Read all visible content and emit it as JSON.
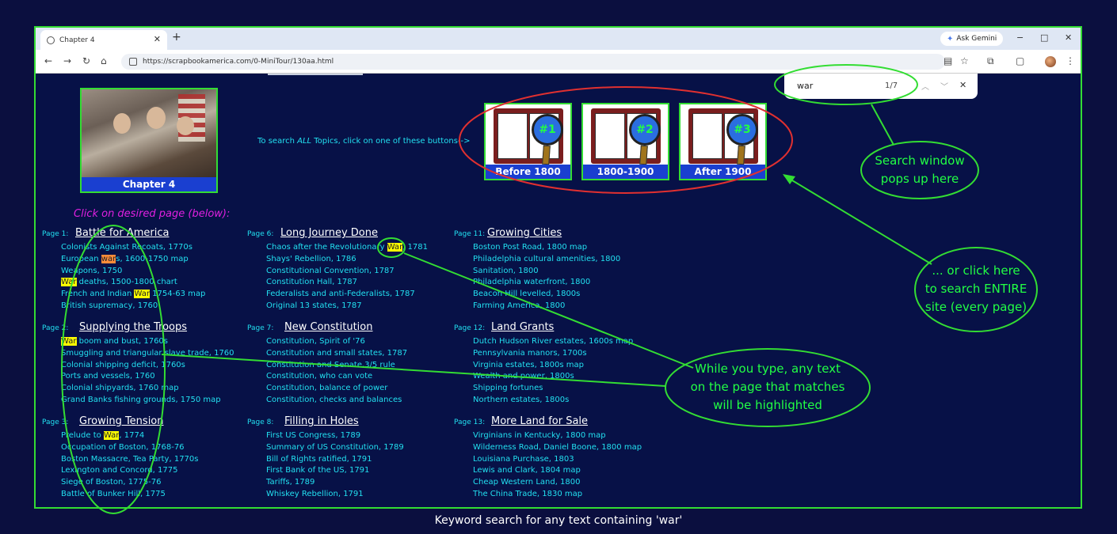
{
  "browser": {
    "tab_title": "Chapter 4",
    "new_tab": "+",
    "ask_gemini": "Ask Gemini",
    "url": "https://scrapbookamerica.com/0-MiniTour/130aa.html",
    "window_controls": [
      "−",
      "□",
      "✕"
    ]
  },
  "find": {
    "query": "war",
    "count": "1/7"
  },
  "chapter_image_label": "Chapter 4",
  "search_all": {
    "prefix": "To search ",
    "emph": "ALL",
    "suffix": " Topics, click on one of these buttons-->"
  },
  "era_buttons": [
    {
      "num": "#1",
      "label": "Before 1800"
    },
    {
      "num": "#2",
      "label": "1800-1900"
    },
    {
      "num": "#3",
      "label": "After 1900"
    }
  ],
  "click_desired": "Click on desired page (below):",
  "pages": [
    {
      "num": "Page 1:",
      "title": "Battle for America",
      "items": [
        [
          "Colonists Against Recoats, 1770s"
        ],
        [
          "European ",
          "*war",
          "s, 1600-1750 map"
        ],
        [
          "Weapons, 1750"
        ],
        [
          "+War",
          " deaths, 1500-1800 chart"
        ],
        [
          "French and Indian ",
          "+War",
          " 1754-63 map"
        ],
        [
          "British supremacy, 1760"
        ]
      ]
    },
    {
      "num": "Page 2:",
      "title": "Supplying the Troops",
      "items": [
        [
          "+War",
          " boom and bust, 1760s"
        ],
        [
          "Smuggling and triangular slave trade, 1760"
        ],
        [
          "Colonial shipping deficit, 1760s"
        ],
        [
          "Ports and vessels, 1760"
        ],
        [
          "Colonial shipyards, 1760 map"
        ],
        [
          "Grand Banks fishing grounds, 1750 map"
        ]
      ]
    },
    {
      "num": "Page 3:",
      "title": "Growing Tension",
      "items": [
        [
          "Prelude to ",
          "+War",
          ", 1774"
        ],
        [
          "Occupation of Boston, 1768-76"
        ],
        [
          "Boston Massacre, Tea Party, 1770s"
        ],
        [
          "Lexington and Concord, 1775"
        ],
        [
          "Siege of Boston, 1775-76"
        ],
        [
          "Battle of Bunker Hill, 1775"
        ]
      ]
    },
    {
      "num": "Page 6:",
      "title": "Long Journey Done",
      "items": [
        [
          "Chaos after the Revolutionary ",
          "+War",
          ", 1781"
        ],
        [
          "Shays' Rebellion, 1786"
        ],
        [
          "Constitutional Convention, 1787"
        ],
        [
          "Constitution Hall, 1787"
        ],
        [
          "Federalists and anti-Federalists, 1787"
        ],
        [
          "Original 13 states, 1787"
        ]
      ]
    },
    {
      "num": "Page 7:",
      "title": "New Constitution",
      "items": [
        [
          "Constitution, Spirit of '76"
        ],
        [
          "Constitution and small states, 1787"
        ],
        [
          "Constitution and Senate,3/5 rule"
        ],
        [
          "Constitution, who can vote"
        ],
        [
          "Constitution, balance of power"
        ],
        [
          "Constitution, checks and balances"
        ]
      ]
    },
    {
      "num": "Page 8:",
      "title": "Filling in Holes",
      "items": [
        [
          "First US Congress, 1789"
        ],
        [
          "Summary of US Constitution, 1789"
        ],
        [
          "Bill of Rights ratified, 1791"
        ],
        [
          "First Bank of the US, 1791"
        ],
        [
          "Tariffs, 1789"
        ],
        [
          "Whiskey Rebellion, 1791"
        ]
      ]
    },
    {
      "num": "Page 11:",
      "title": "Growing Cities",
      "items": [
        [
          "Boston Post Road, 1800 map"
        ],
        [
          "Philadelphia cultural amenities, 1800"
        ],
        [
          "Sanitation, 1800"
        ],
        [
          "Philadelphia waterfront, 1800"
        ],
        [
          "Beacon Hill levelled, 1800s"
        ],
        [
          "Farming America, 1800"
        ]
      ]
    },
    {
      "num": "Page 12:",
      "title": "Land Grants",
      "items": [
        [
          "Dutch Hudson River estates, 1600s map"
        ],
        [
          "Pennsylvania manors, 1700s"
        ],
        [
          "Virginia estates, 1800s map"
        ],
        [
          "Wealth and power, 1800s"
        ],
        [
          "Shipping fortunes"
        ],
        [
          "Northern estates, 1800s"
        ]
      ]
    },
    {
      "num": "Page 13:",
      "title": "More Land for Sale",
      "items": [
        [
          "Virginians in Kentucky, 1800 map"
        ],
        [
          "Wilderness Road, Daniel Boone, 1800 map"
        ],
        [
          "Louisiana Purchase, 1803"
        ],
        [
          "Lewis and Clark, 1804 map"
        ],
        [
          "Cheap Western Land, 1800"
        ],
        [
          "The China Trade, 1830 map"
        ]
      ]
    }
  ],
  "callouts": {
    "search_window": "Search window\npops up here",
    "entire_site": "... or click here\nto search ENTIRE\nsite (every page)",
    "while_type": "While you type, any text\non the page that matches\nwill be highlighted"
  },
  "caption": "Keyword search for any text containing 'war'",
  "colors": {
    "page_bg": "#071147",
    "highlight_green": "#22ff44",
    "link_cyan": "#22e0f0",
    "match_yellow": "#ffff00",
    "current_match_orange": "#ff8c3a",
    "ellipse_red": "#e03030"
  }
}
